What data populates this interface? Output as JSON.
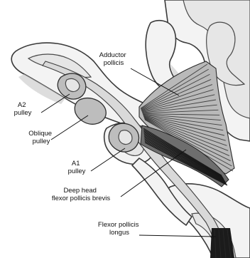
{
  "labels": {
    "adductor_pollicis": [
      "Adductor",
      "pollicis"
    ],
    "a2_pulley": [
      "A2",
      "pulley"
    ],
    "oblique_pulley": [
      "Oblique",
      "pulley"
    ],
    "a1_pulley": [
      "A1",
      "pulley"
    ],
    "deep_head_fpb": [
      "Deep head",
      "flexor pollicis brevis"
    ],
    "fpl": [
      "Flexor pollicis",
      "longus"
    ]
  }
}
